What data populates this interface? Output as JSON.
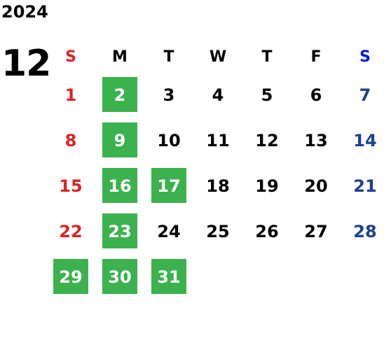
{
  "calendar": {
    "year": "2024",
    "month": "12",
    "weekdays": [
      "S",
      "M",
      "T",
      "W",
      "T",
      "F",
      "S"
    ],
    "weeks": [
      [
        "1",
        "2",
        "3",
        "4",
        "5",
        "6",
        "7"
      ],
      [
        "8",
        "9",
        "10",
        "11",
        "12",
        "13",
        "14"
      ],
      [
        "15",
        "16",
        "17",
        "18",
        "19",
        "20",
        "21"
      ],
      [
        "22",
        "23",
        "24",
        "25",
        "26",
        "27",
        "28"
      ],
      [
        "29",
        "30",
        "31",
        "",
        "",
        "",
        ""
      ]
    ],
    "highlighted_days": [
      "2",
      "9",
      "16",
      "17",
      "23",
      "29",
      "30",
      "31"
    ]
  },
  "colors": {
    "highlight": "#3bb24d",
    "sunday": "#dd2222",
    "saturday_header": "#0018e0",
    "saturday": "#1f3f94"
  }
}
